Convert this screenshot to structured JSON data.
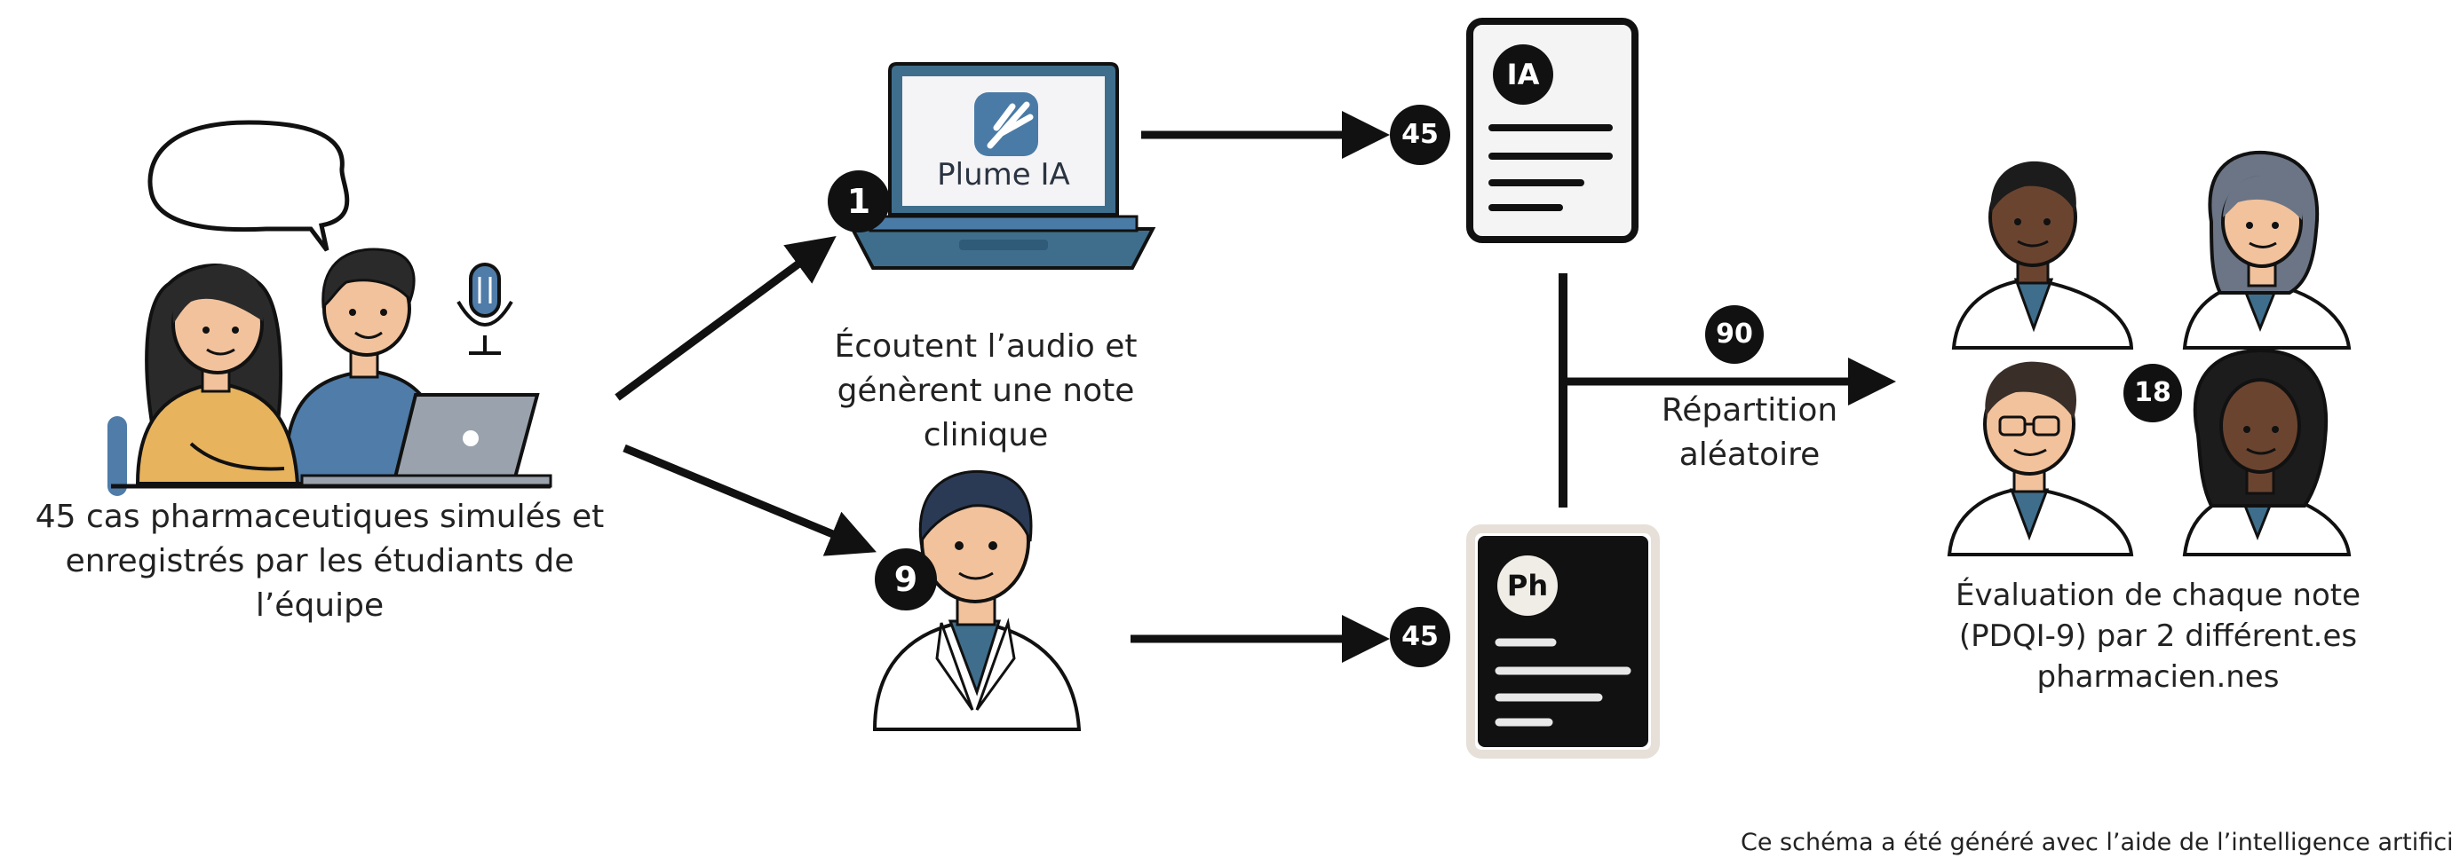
{
  "colors": {
    "ink": "#111111",
    "skin": "#f2c29c",
    "hair": "#2a2a2a",
    "sweater_yellow": "#e8b35d",
    "sweater_blue": "#4f7ca8",
    "laptop_screen": "#f4f4f6",
    "logo_blue": "#4a7ba6",
    "coat": "#ffffff",
    "shirt_blue": "#3f6e8c"
  },
  "students": {
    "caption_lines": [
      "45 cas pharmaceutiques simulés et",
      "enregistrés par les étudiants de",
      "l’équipe"
    ]
  },
  "ai_tool": {
    "brand": "Plume IA",
    "caption_lines": [
      "Écoutent l’audio et",
      "génèrent une note",
      "clinique"
    ]
  },
  "badges": {
    "ai_tool": "1",
    "pharmacists_writing": "9",
    "ai_notes": "45",
    "pharmacist_notes": "45",
    "total_notes": "90",
    "evaluators": "18"
  },
  "ai_note_label": "IA",
  "pharmacist_note_label": "Ph",
  "distribution": {
    "caption_lines": [
      "Répartition",
      "aléatoire"
    ]
  },
  "evaluation": {
    "caption_lines": [
      "Évaluation de chaque note",
      "(PDQI-9) par 2  différent.es",
      "pharmacien.nes"
    ]
  },
  "footer": "Ce schéma a été généré avec l’aide de l’intelligence artificielle"
}
